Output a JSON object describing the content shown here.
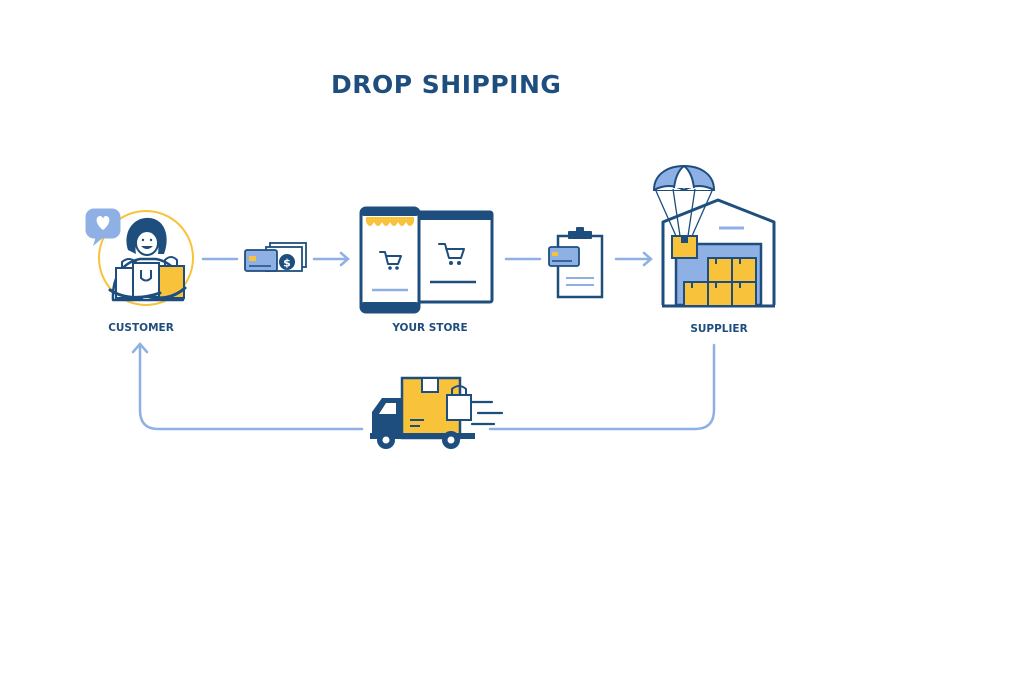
{
  "title": "DROP SHIPPING",
  "nodes": {
    "customer": "CUSTOMER",
    "store": "YOUR STORE",
    "supplier": "SUPPLIER"
  },
  "icons": {
    "customer": "customer-with-shopping-bags-icon",
    "heart_bubble": "heart-speech-bubble-icon",
    "payment": "credit-card-and-cash-icon",
    "store": "phone-and-tablet-online-store-icon",
    "order": "clipboard-order-with-card-icon",
    "supplier": "warehouse-with-parachute-box-icon",
    "delivery": "delivery-truck-icon"
  },
  "colors": {
    "navy": "#1d4e7e",
    "light_blue": "#8fb0e4",
    "yellow": "#f8c23a"
  }
}
